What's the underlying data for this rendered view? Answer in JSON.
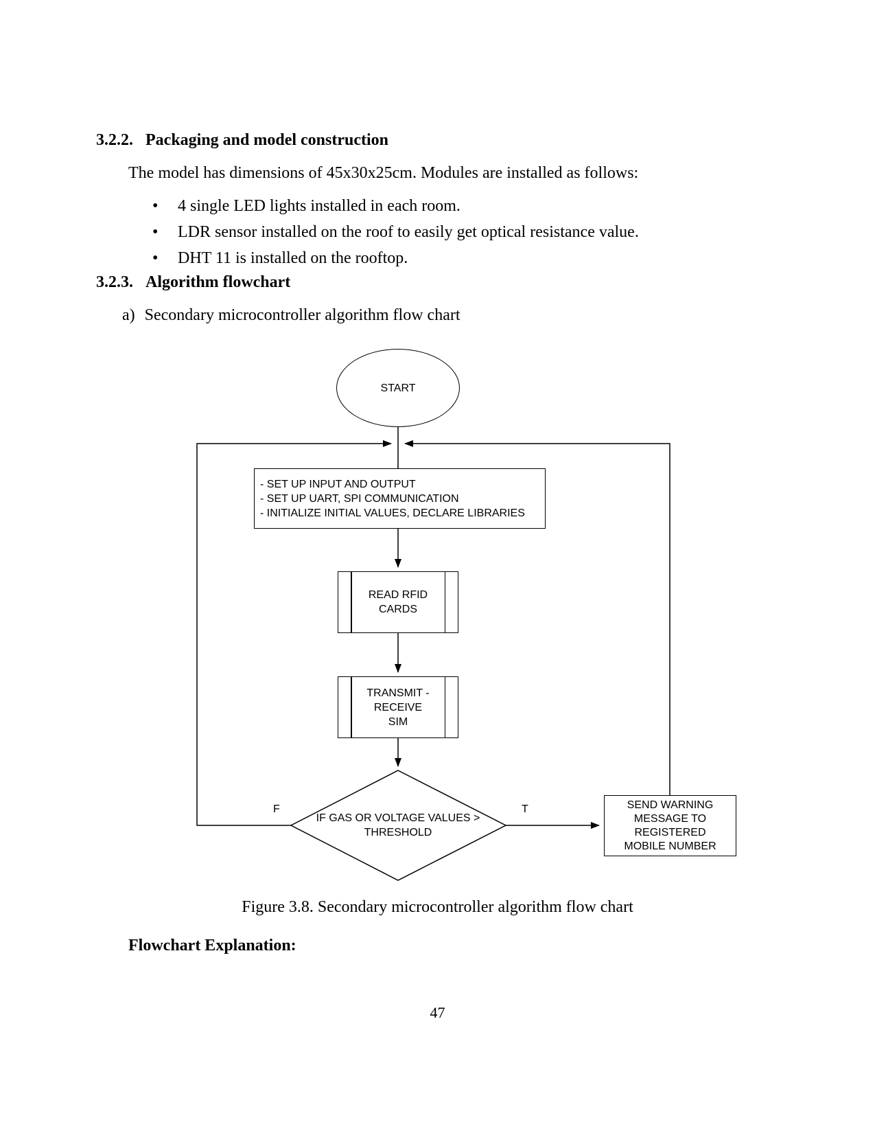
{
  "document": {
    "section_packaging": {
      "number": "3.2.2.",
      "title": "Packaging and model construction",
      "intro": "The model has dimensions of 45x30x25cm. Modules are installed as follows:",
      "bullets": [
        "4 single LED lights installed in each room.",
        "LDR sensor installed on the roof to easily get optical resistance value.",
        "DHT 11 is installed on the rooftop."
      ]
    },
    "section_algorithm": {
      "number": "3.2.3.",
      "title": "Algorithm flowchart",
      "item_a_marker": "a)",
      "item_a_text": "Secondary microcontroller algorithm flow chart"
    },
    "figure_caption": "Figure 3.8. Secondary microcontroller algorithm flow chart",
    "explanation_heading": "Flowchart Explanation:",
    "page_number": "47"
  },
  "glyphs": {
    "bullet": "•"
  },
  "flowchart": {
    "start_label": "START",
    "setup_box": "- SET UP INPUT AND OUTPUT\n- SET UP UART, SPI COMMUNICATION\n- INITIALIZE INITIAL VALUES, DECLARE LIBRARIES",
    "read_rfid_box": "READ RFID\nCARDS",
    "transmit_box": "TRANSMIT -\nRECEIVE\nSIM",
    "decision": "IF GAS OR VOLTAGE VALUES >\nTHRESHOLD",
    "branch_false": "F",
    "branch_true": "T",
    "warning_box": "SEND WARNING\nMESSAGE TO\nREGISTERED\nMOBILE NUMBER",
    "colors": {
      "stroke": "#000000",
      "fill": "#ffffff"
    }
  }
}
